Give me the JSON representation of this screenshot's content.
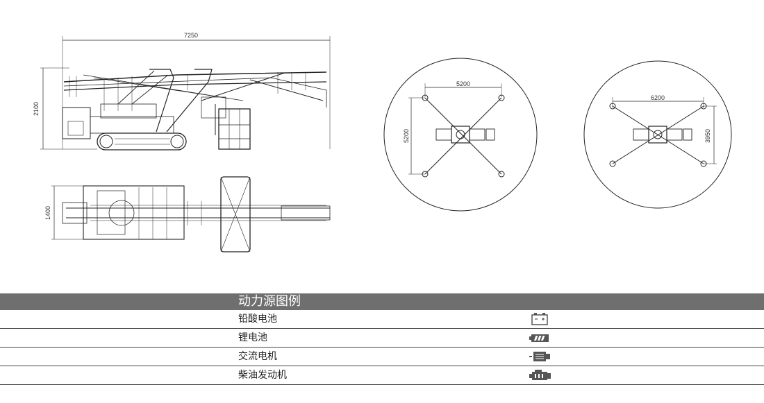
{
  "drawing": {
    "side_view": {
      "overall_length": "7250",
      "height": "2100"
    },
    "top_view": {
      "width": "1400"
    },
    "outrigger_a": {
      "span_x": "5200",
      "span_y": "5200"
    },
    "outrigger_b": {
      "span_x": "6200",
      "span_y": "3950"
    }
  },
  "legend": {
    "title": "动力源图例",
    "items": [
      {
        "label": "铅酸电池",
        "icon": "lead-acid-battery-icon"
      },
      {
        "label": "锂电池",
        "icon": "lithium-battery-icon"
      },
      {
        "label": "交流电机",
        "icon": "ac-motor-icon"
      },
      {
        "label": "柴油发动机",
        "icon": "diesel-engine-icon"
      }
    ]
  }
}
